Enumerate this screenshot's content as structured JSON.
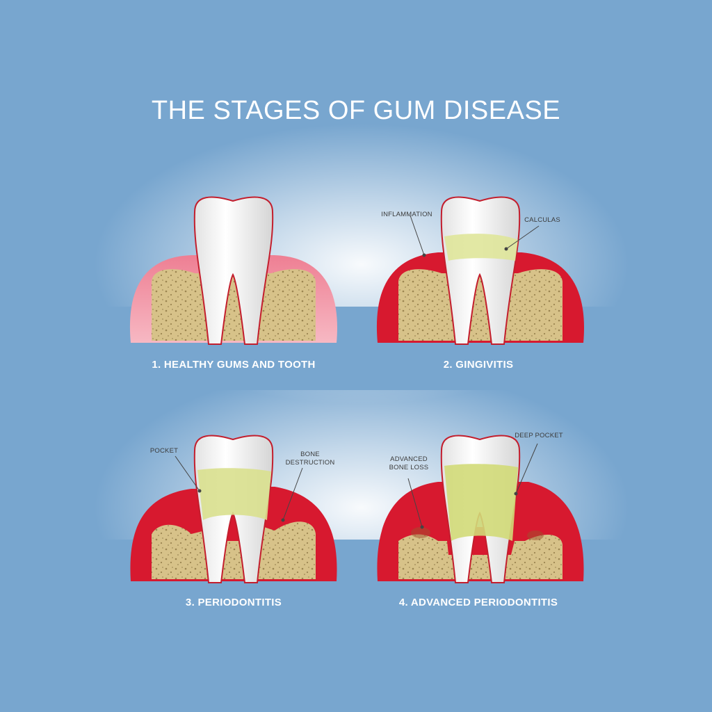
{
  "title": "THE STAGES OF GUM DISEASE",
  "stages": [
    {
      "caption": "1. HEALTHY GUMS AND TOOTH",
      "labels": []
    },
    {
      "caption": "2. GINGIVITIS",
      "labels": [
        "INFLAMMATION",
        "CALCULAS"
      ]
    },
    {
      "caption": "3. PERIODONTITIS",
      "labels": [
        "POCKET",
        "BONE\nDESTRUCTION"
      ]
    },
    {
      "caption": "4. ADVANCED PERIODONTITIS",
      "labels": [
        "ADVANCED\nBONE LOSS",
        "DEEP POCKET"
      ]
    }
  ],
  "colors": {
    "background": "#78a6cf",
    "healthy_gum": "#f19aa8",
    "inflamed_gum": "#d8182e",
    "bone": "#d7c289",
    "tooth": "#ffffff",
    "plaque": "#d6df8c"
  }
}
